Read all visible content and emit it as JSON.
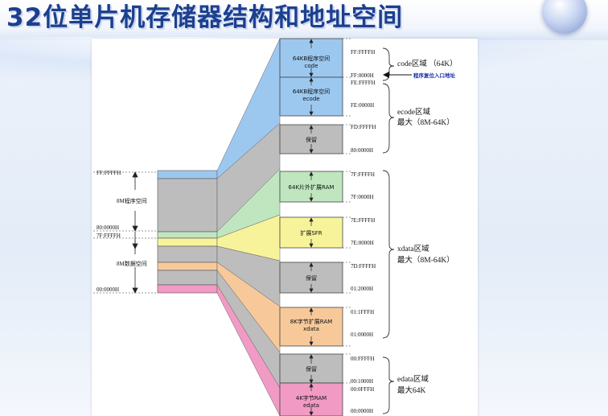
{
  "title": "32位单片机存储器结构和地址空间",
  "left_labels": {
    "addr_ff": "FF:FFFFH",
    "prog_space": "8M程序空间",
    "addr_80": "80:0000H",
    "addr_7f": "7F:FFFFH",
    "data_space": "8M数据空间",
    "addr_00": "00:0000H"
  },
  "blocks": [
    {
      "label": "64KB程序空间",
      "sub": "code",
      "color": "#9cc8f0"
    },
    {
      "label": "64KB程序空间",
      "sub": "ecode",
      "color": "#9cc8f0"
    },
    {
      "label": "保留",
      "sub": "",
      "color": "#bdbdbd"
    },
    {
      "label": "64K片外扩展RAM",
      "sub": "",
      "color": "#bfe6bf"
    },
    {
      "label": "扩展SFR",
      "sub": "",
      "color": "#f7f39a"
    },
    {
      "label": "保留",
      "sub": "",
      "color": "#bdbdbd"
    },
    {
      "label": "8K字节扩展RAM",
      "sub": "xdata",
      "color": "#f7c99a"
    },
    {
      "label": "保留",
      "sub": "",
      "color": "#bdbdbd"
    },
    {
      "label": "4K字节RAM",
      "sub": "edata",
      "color": "#f19ac4"
    }
  ],
  "addresses": [
    "FF:FFFFH",
    "FF:0000H",
    "FE:FFFFH",
    "FE:0000H",
    "FD:FFFFH",
    "80:0000H",
    "7F:FFFFH",
    "7F:0000H",
    "7E:FFFFH",
    "7E:0000H",
    "7D:FFFFH",
    "01:2000H",
    "01:1FFFH",
    "01:0000H",
    "00:FFFFH",
    "00:1000H",
    "00:0FFFH",
    "00:0000H"
  ],
  "regions": {
    "code": "code区域 （64K）",
    "reset_entry": "程序复位入口地址",
    "ecode_1": "ecode区域",
    "ecode_2": "最大（8M-64K）",
    "xdata_1": "xdata区域",
    "xdata_2": "最大（8M-64K）",
    "edata_1": "edata区域",
    "edata_2": "最大64K"
  },
  "colors": {
    "title": "#1c3f8f",
    "blue": "#9cc8f0",
    "gray": "#bdbdbd",
    "green": "#bfe6bf",
    "yellow": "#f7f39a",
    "orange": "#f7c99a",
    "pink": "#f19ac4",
    "reset_text": "#1a2fb0"
  }
}
